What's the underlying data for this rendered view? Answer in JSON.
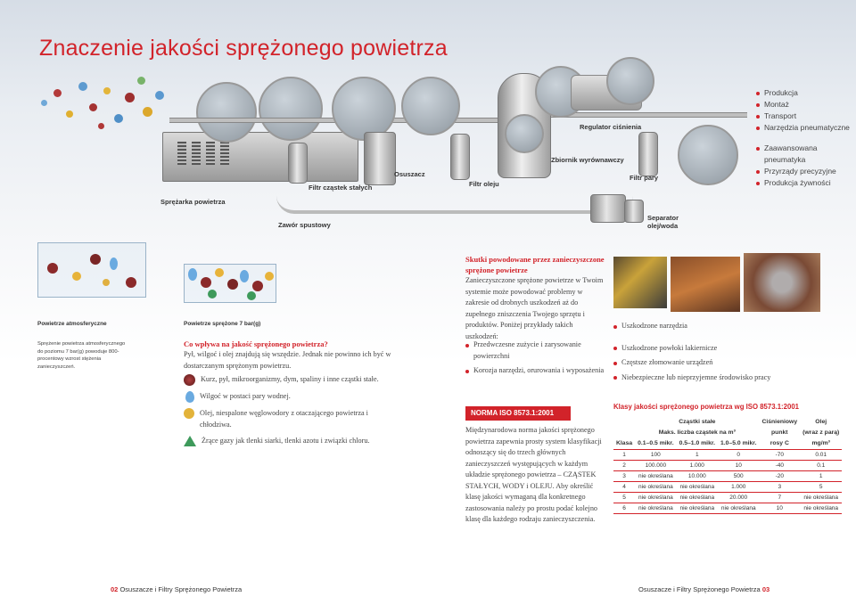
{
  "page_title": "Znaczenie jakości sprężonego powietrza",
  "right_list_top": [
    "Produkcja",
    "Montaż",
    "Transport",
    "Narzędzia pneumatyczne"
  ],
  "right_list_mid": [
    "Zaawansowana pneumatyka",
    "Przyrządy precyzyjne",
    "Produkcja żywności"
  ],
  "diagram_labels": {
    "regulator": "Regulator ciśnienia",
    "zbiornik": "Zbiornik wyrównawczy",
    "osuszacz": "Osuszacz",
    "filtr_czastek": "Filtr cząstek stałych",
    "filtr_oleju": "Filtr oleju",
    "filtr_pary": "Filtr pary",
    "sprezarka": "Sprężarka powietrza",
    "zawor": "Zawór spustowy",
    "separator": "Separator olej/woda"
  },
  "atm": {
    "label": "Powietrze atmosferyczne",
    "desc": "Sprężenie powietrza atmosferycznego do poziomu 7 bar(g) powoduje 800-procentowy wzrost stężenia zanieczyszczeń."
  },
  "compressed": {
    "label": "Powietrze sprężone 7 bar(g)",
    "heading": "Co wpływa na jakość sprężonego powietrza?",
    "text": "Pył, wilgoć i olej znajdują się wszędzie. Jednak nie powinno ich być w dostarczanym sprężonym powietrzu."
  },
  "legend": [
    {
      "icon": "dust-icon",
      "text": "Kurz, pył, mikroorganizmy, dym, spaliny i inne cząstki stałe."
    },
    {
      "icon": "water-drop-icon",
      "text": "Wilgoć w postaci pary wodnej."
    },
    {
      "icon": "oil-drop-icon",
      "text": "Olej, niespalone węglowodory z otaczającego powietrza i chłodziwa."
    },
    {
      "icon": "gas-icon",
      "text": "Żrące gazy jak tlenki siarki, tlenki azotu i związki chloru."
    }
  ],
  "effects": {
    "heading": "Skutki powodowane przez zanieczyszczone sprężone powietrze",
    "text": "Zanieczyszczone sprężone powietrze w Twoim systemie może powodować problemy w zakresie od drobnych uszkodzeń aż do zupełnego zniszczenia Twojego sprzętu i produktów. Poniżej przykłady takich uszkodzeń:",
    "list_left": [
      "Przedwczesne zużycie i zarysowanie powierzchni",
      "Korozja narzędzi, orurowania i wyposażenia"
    ],
    "list_right": [
      "Uszkodzone narzędzia",
      "Uszkodzone powłoki lakiernicze",
      "Częstsze złomowanie urządzeń",
      "Niebezpieczne lub nieprzyjemne środowisko pracy"
    ]
  },
  "iso": {
    "badge": "NORMA ISO 8573.1:2001",
    "text": "Międzynarodowa norma jakości sprężonego powietrza zapewnia prosty system klasyfikacji odnoszący się do trzech głównych zanieczyszczeń występujących w każdym układzie sprężonego powietrza – CZĄSTEK STAŁYCH, WODY i OLEJU. Aby określić klasę jakości wymaganą dla konkretnego zastosowania należy po prostu podać kolejno klasę dla każdego rodzaju zanieczyszczenia."
  },
  "table": {
    "title": "Klasy jakości sprężonego powietrza wg ISO 8573.1:2001",
    "head1": [
      "",
      "Cząstki stałe",
      "Ciśnieniowy",
      "Olej"
    ],
    "head2": [
      "",
      "Maks. liczba cząstek na m³",
      "punkt",
      "(wraz z parą)"
    ],
    "head3": [
      "Klasa",
      "0.1–0.5 mikr.",
      "0.5–1.0 mikr.",
      "1.0–5.0 mikr.",
      "rosy C",
      "mg/m³"
    ],
    "rows": [
      [
        "1",
        "100",
        "1",
        "0",
        "-70",
        "0.01"
      ],
      [
        "2",
        "100.000",
        "1.000",
        "10",
        "-40",
        "0.1"
      ],
      [
        "3",
        "nie określana",
        "10.000",
        "500",
        "-20",
        "1"
      ],
      [
        "4",
        "nie określana",
        "nie określana",
        "1.000",
        "3",
        "5"
      ],
      [
        "5",
        "nie określana",
        "nie określana",
        "20.000",
        "7",
        "nie określana"
      ],
      [
        "6",
        "nie określana",
        "nie określana",
        "nie określana",
        "10",
        "nie określana"
      ]
    ]
  },
  "footer": {
    "left_num": "02",
    "left_text": "Osuszacze i Filtry Sprężonego Powietrza",
    "right_text": "Osuszacze i Filtry Sprężonego Powietrza",
    "right_num": "03"
  },
  "colors": {
    "accent": "#d2232a"
  }
}
